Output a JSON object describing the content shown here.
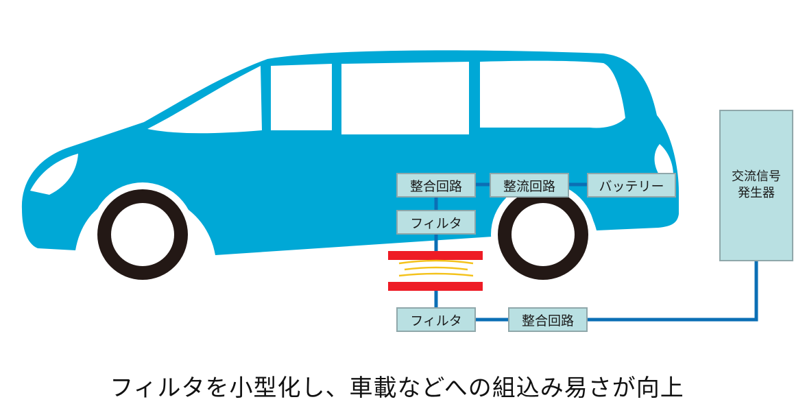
{
  "diagram": {
    "rx_matching": "整合回路",
    "rectifier": "整流回路",
    "battery": "バッテリー",
    "rx_filter": "フィルタ",
    "tx_filter": "フィルタ",
    "tx_matching": "整合回路",
    "generator_line1": "交流信号",
    "generator_line2": "発生器"
  },
  "caption": "フィルタを小型化し、車載などへの組込み易さが向上",
  "colors": {
    "car_body": "#00a8d6",
    "window": "#ffffff",
    "tire": "#231815",
    "box_fill": "#b9e0e2",
    "box_border": "#8fa7aa",
    "wire": "#0b6fb5",
    "coupler_plate": "#ee1c25",
    "field_wave": "#f4c21b"
  }
}
